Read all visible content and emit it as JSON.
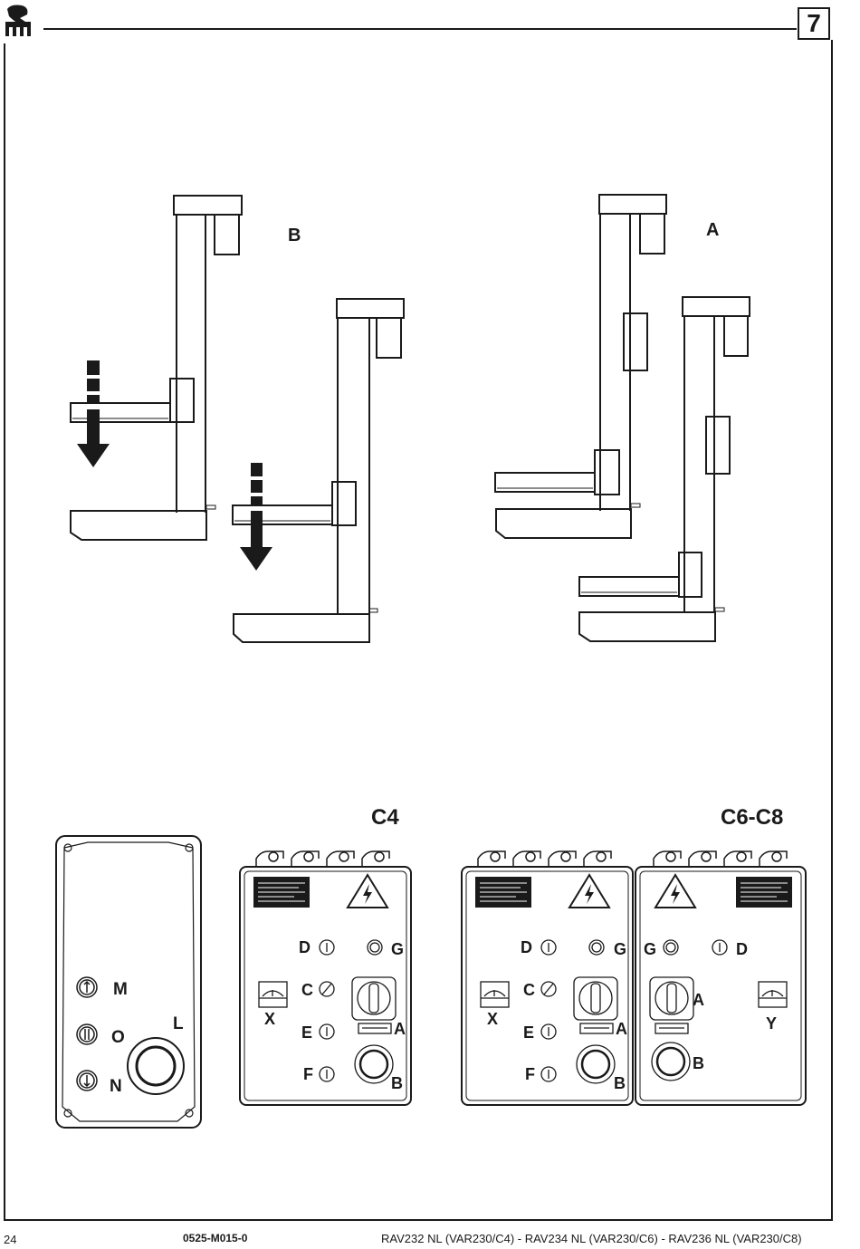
{
  "header": {
    "page_number": "7"
  },
  "figure_top": {
    "label_left": "B",
    "label_right": "A"
  },
  "panels": {
    "remote": {
      "button_m": "M",
      "button_o": "O",
      "button_n": "N",
      "emergency_l": "L"
    },
    "c4": {
      "title": "C4",
      "labels": {
        "d": "D",
        "g": "G",
        "c": "C",
        "x": "X",
        "e": "E",
        "a": "A",
        "f": "F",
        "b": "B"
      }
    },
    "c6c8": {
      "title": "C6-C8",
      "left": {
        "d": "D",
        "g": "G",
        "c": "C",
        "x": "X",
        "e": "E",
        "a": "A",
        "f": "F",
        "b": "B"
      },
      "right": {
        "g": "G",
        "d": "D",
        "a": "A",
        "y": "Y",
        "b": "B"
      }
    }
  },
  "footer": {
    "page": "24",
    "doc_code": "0525-M015-0",
    "models": "RAV232 NL (VAR230/C4) - RAV234 NL (VAR230/C6) - RAV236 NL (VAR230/C8)"
  }
}
